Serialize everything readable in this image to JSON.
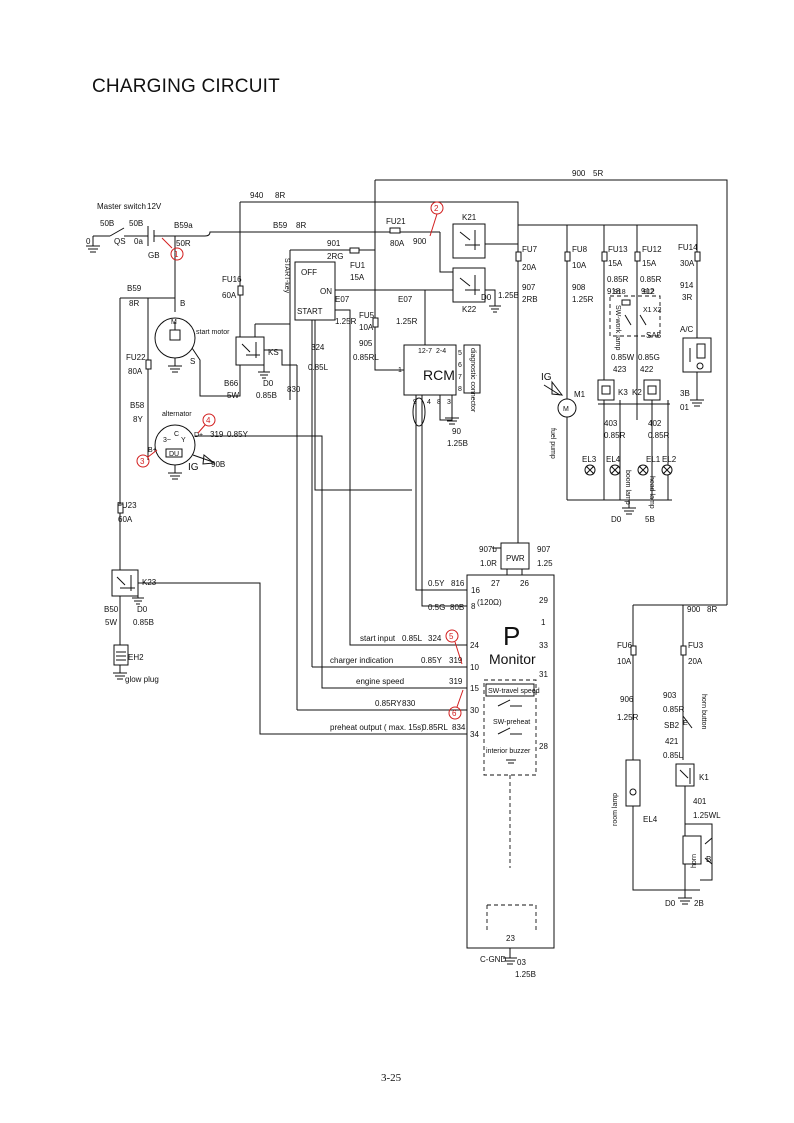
{
  "page": {
    "title": "CHARGING CIRCUIT",
    "page_number": "3-25"
  },
  "top": {
    "w900": "900",
    "w5R": "5R",
    "w940": "940",
    "w8R": "8R"
  },
  "master": {
    "label": "Master switch",
    "voltage": "12V",
    "w50B_l": "50B",
    "w50B_r": "50B",
    "w0": "0",
    "qs": "QS",
    "w0a": "0a",
    "gb": "GB",
    "b59a": "B59a",
    "w50R": "50R"
  },
  "main_line": {
    "b59": "B59",
    "w8R": "8R"
  },
  "fu21": {
    "name": "FU21",
    "rating": "80A",
    "w900": "900"
  },
  "k21": {
    "name": "K21"
  },
  "k22": {
    "name": "K22",
    "d0": "D0",
    "w1258": "1.25B"
  },
  "fu7": {
    "name": "FU7",
    "rating": "20A",
    "w907": "907",
    "w2RB": "2RB"
  },
  "fu8": {
    "name": "FU8",
    "rating": "10A",
    "w908": "908",
    "w125R": "1.25R"
  },
  "fu13": {
    "name": "FU13",
    "rating": "15A",
    "w918": "918",
    "w085R": "0.85R"
  },
  "fu12": {
    "name": "FU12",
    "rating": "15A",
    "w912": "912",
    "w085R": "0.85R"
  },
  "fu14": {
    "name": "FU14",
    "rating": "30A",
    "w914": "914",
    "w3R": "3R"
  },
  "sa5": {
    "name": "SA5",
    "x1": "X1",
    "x2": "X2",
    "sw_work_lamp": "SW-work lamp"
  },
  "k3": {
    "name": "K3",
    "w085W": "0.85W",
    "w423": "423",
    "w403": "403",
    "w085R": "0.85R"
  },
  "k2": {
    "name": "K2",
    "w085G": "0.85G",
    "w422": "422",
    "w402": "402",
    "w085R": "0.85R"
  },
  "ac": {
    "name": "A/C",
    "w3B": "3B",
    "w01": "01"
  },
  "lamps": {
    "el3": "EL3",
    "el4": "EL4",
    "el1": "EL1",
    "el2": "EL2",
    "boom_lamp": "boom lamp",
    "head_lamp": "head lamp",
    "d0": "D0",
    "w5B": "5B"
  },
  "fuel_pump": {
    "ig": "IG",
    "m1": "M1",
    "m": "M",
    "label": "fuel pump"
  },
  "start_key": {
    "name": "START-key",
    "off": "OFF",
    "on": "ON",
    "start": "START",
    "w901": "901",
    "w2RG": "2RG",
    "fu1": "FU1",
    "fu1_rating": "15A",
    "e07a": "E07",
    "e07a_w": "1.25R",
    "e07b": "E07",
    "e07b_w": "1.25R"
  },
  "fu5": {
    "name": "FU5",
    "rating": "10A",
    "w905": "905",
    "w085RL": "0.85RL"
  },
  "rcm": {
    "name": "RCM",
    "p1": "1",
    "p2": "12-7",
    "p3": "2-4",
    "p4": "5",
    "p5": "6",
    "p6": "7",
    "p7": "8",
    "p8": "9",
    "p9": "4",
    "p10": "8",
    "p11": "3",
    "diag": "diagnostic connector",
    "w90": "90",
    "w125B": "1.25B"
  },
  "fu16": {
    "name": "FU16",
    "rating": "60A"
  },
  "ks": {
    "name": "KS",
    "d0": "D0",
    "w085B": "0.85B",
    "b66": "B66",
    "w5W": "5W",
    "w830": "830"
  },
  "start_motor": {
    "b": "B",
    "m": "M",
    "s": "S",
    "label": "start motor",
    "w324": "324",
    "w085L": "0.85L"
  },
  "fu22": {
    "name": "FU22",
    "rating": "80A"
  },
  "alternator": {
    "label": "alternator",
    "b58": "B58",
    "w8Y": "8Y",
    "b_term": "B+",
    "d_term": "D+",
    "ig": "IG",
    "w90B": "90B",
    "w319": "319",
    "w085Y": "0.85Y",
    "du": "DU",
    "c": "C",
    "y": "Y",
    "term3": "3~"
  },
  "fu23": {
    "name": "FU23",
    "rating": "60A"
  },
  "k23": {
    "name": "K23",
    "b50": "B50",
    "w5W": "5W",
    "d0": "D0",
    "w085B": "0.85B"
  },
  "eh2": {
    "name": "EH2",
    "label": "glow plug"
  },
  "monitor": {
    "p": "P",
    "name": "Monitor",
    "pwr": "PWR",
    "w907b": "907b",
    "w10R": "1.0R",
    "w907": "907",
    "w125": "1.25",
    "pin27": "27",
    "pin16": "16",
    "pin8": "8",
    "pin120": "(120Ω)",
    "pin26": "26",
    "pin29": "29",
    "pin1": "1",
    "pin33": "33",
    "pin31": "31",
    "pin28": "28",
    "pin23": "23",
    "w05Y": "0.5Y",
    "w816": "816",
    "w05G": "0.5G",
    "w80B": "80B",
    "start_input": "start input",
    "si_wire": "0.85L",
    "si_num": "324",
    "si_pin": "24",
    "charger": "charger indication",
    "ch_wire": "0.85Y",
    "ch_num": "319",
    "ch_pin": "10",
    "engine_speed": "engine speed",
    "es_num": "319",
    "es_pin": "15",
    "w085RY": "0.85RY",
    "w830": "830",
    "pin30": "30",
    "preheat": "preheat output ( max. 15s)",
    "pre_wire": "0.85RL",
    "pre_num": "834",
    "pre_pin": "34",
    "sw_travel": "SW-travel speed",
    "sw_preheat": "SW-preheat",
    "buzzer": "interior buzzer",
    "gnd": "C-GND",
    "w03": "03",
    "w125B": "1.25B"
  },
  "right_branch": {
    "w900": "900",
    "w8R": "8R",
    "fu6": "FU6",
    "fu6_rating": "10A",
    "w906": "906",
    "w125R": "1.25R",
    "el4": "EL4",
    "room_lamp": "room lamp",
    "fu3": "FU3",
    "fu3_rating": "20A",
    "w903": "903",
    "w085R": "0.85R",
    "sb2": "SB2",
    "e": "E",
    "horn_button": "horn button",
    "w421": "421",
    "w085L": "0.85L",
    "k1": "K1",
    "w401": "401",
    "w125WL": "1.25WL",
    "horn": "horn",
    "b_label": "B",
    "d0": "D0",
    "w2B": "2B"
  },
  "callouts": [
    "1",
    "2",
    "3",
    "4",
    "5",
    "6"
  ]
}
